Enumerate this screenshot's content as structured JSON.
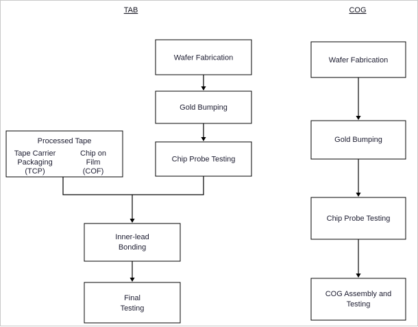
{
  "diagram": {
    "type": "flowchart",
    "title_left": "TAB",
    "title_right": "COG",
    "columns": [
      {
        "id": "tab",
        "header": "TAB",
        "nodes": [
          {
            "id": "tab-wafer-fabrication",
            "label": "Wafer Fabrication"
          },
          {
            "id": "tab-gold-bumping",
            "label": "Gold Bumping"
          },
          {
            "id": "tab-chip-probe-testing",
            "label": "Chip Probe Testing"
          },
          {
            "id": "tab-processed-tape",
            "label": "Processed Tape"
          },
          {
            "id": "tab-inner-lead-bonding",
            "label_line1": "Inner-lead",
            "label_line2": "Bonding"
          },
          {
            "id": "tab-final-testing",
            "label_line1": "Final",
            "label_line2": "Testing"
          }
        ]
      },
      {
        "id": "cog",
        "header": "COG",
        "nodes": [
          {
            "id": "cog-wafer-fabrication",
            "label": "Wafer Fabrication"
          },
          {
            "id": "cog-gold-bumping",
            "label": "Gold Bumping"
          },
          {
            "id": "cog-chip-probe-testing",
            "label": "Chip Probe Testing"
          },
          {
            "id": "cog-assembly-and-testing",
            "label_line1": "COG Assembly and",
            "label_line2": "Testing"
          }
        ]
      }
    ],
    "processed_tape": {
      "heading": "Processed Tape",
      "left_option": {
        "line1": "Tape Carrier",
        "line2": "Packaging",
        "line3": "(TCP)"
      },
      "right_option": {
        "line1": "Chip on",
        "line2": "Film",
        "line3": "(COF)"
      }
    },
    "colors": {
      "box_stroke": "#000000",
      "box_fill": "#ffffff",
      "text": "#1a1a2e",
      "edge": "#000000",
      "canvas_border": "#c8c8c8"
    }
  }
}
